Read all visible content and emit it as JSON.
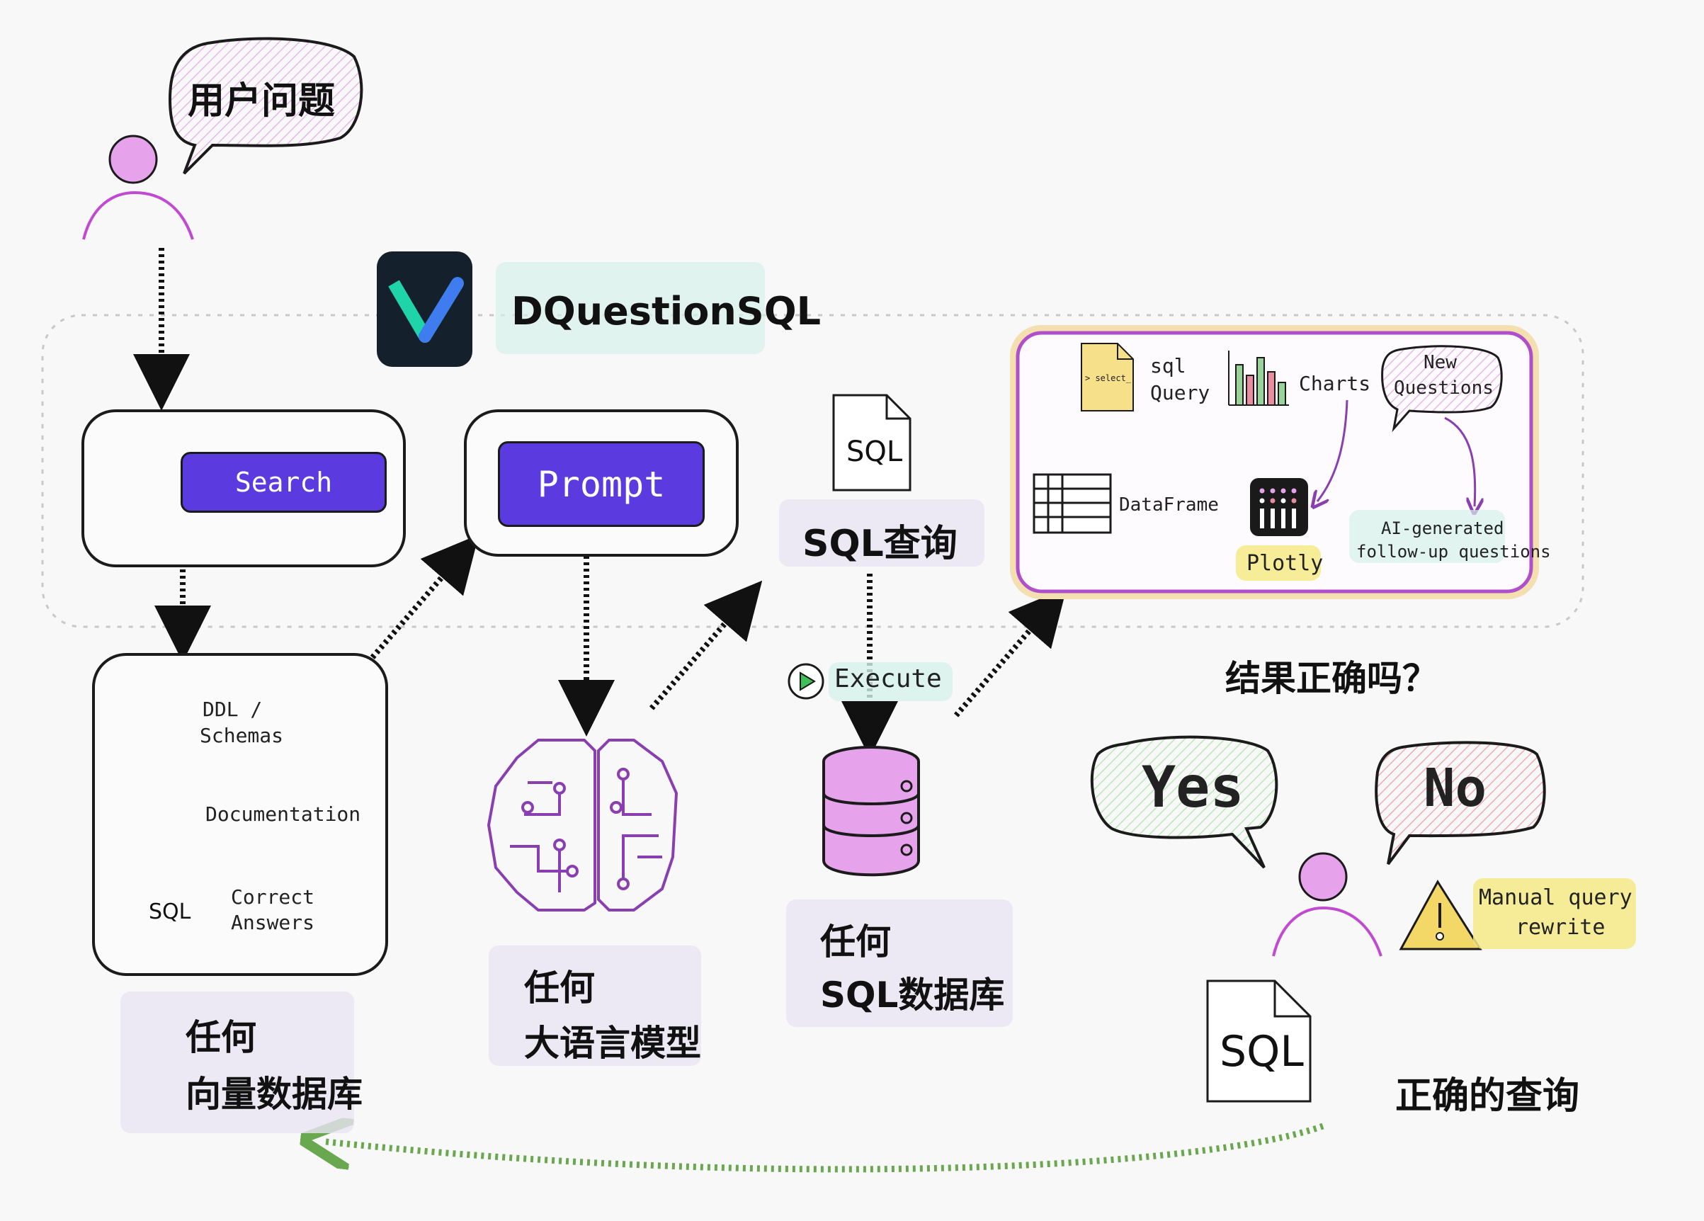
{
  "user_question": "用户问题",
  "product_name": "DQuestionSQL",
  "search": {
    "button": "Search"
  },
  "prompt": {
    "button": "Prompt"
  },
  "sources": {
    "ddl_line1": "DDL /",
    "ddl_line2": "Schemas",
    "documentation": "Documentation",
    "correct_line1": "Correct",
    "correct_line2": "Answers",
    "sql_file": "SQL"
  },
  "vector_db_caption": {
    "line1": "任何",
    "line2": "向量数据库"
  },
  "llm_caption": {
    "line1": "任何",
    "line2": "大语言模型"
  },
  "sql_query": {
    "file_label": "SQL",
    "caption": "SQL查询"
  },
  "execute_label": "Execute",
  "sql_db_caption": {
    "line1": "任何",
    "line2": "SQL数据库"
  },
  "results": {
    "sql_file_text": "> select_",
    "sql_line1": "sql",
    "sql_line2": "Query",
    "charts": "Charts",
    "new_line1": "New",
    "new_line2": "Questions",
    "dataframe": "DataFrame",
    "plotly": "Plotly",
    "ai_line1": "AI-generated",
    "ai_line2": "follow-up questions"
  },
  "is_correct": "结果正确吗？",
  "yes": "Yes",
  "no": "No",
  "manual_line1": "Manual query",
  "manual_line2": "rewrite",
  "correct_sql": {
    "file_label": "SQL",
    "caption": "正确的查询"
  },
  "colors": {
    "purple_button": "#5b3be0",
    "lilac": "#e6a3ec",
    "result_border": "#b04fcb",
    "feedback_arrow": "#6aa84f",
    "yes_bubble": "#d8f3d6",
    "no_bubble": "#f6c9cf"
  }
}
